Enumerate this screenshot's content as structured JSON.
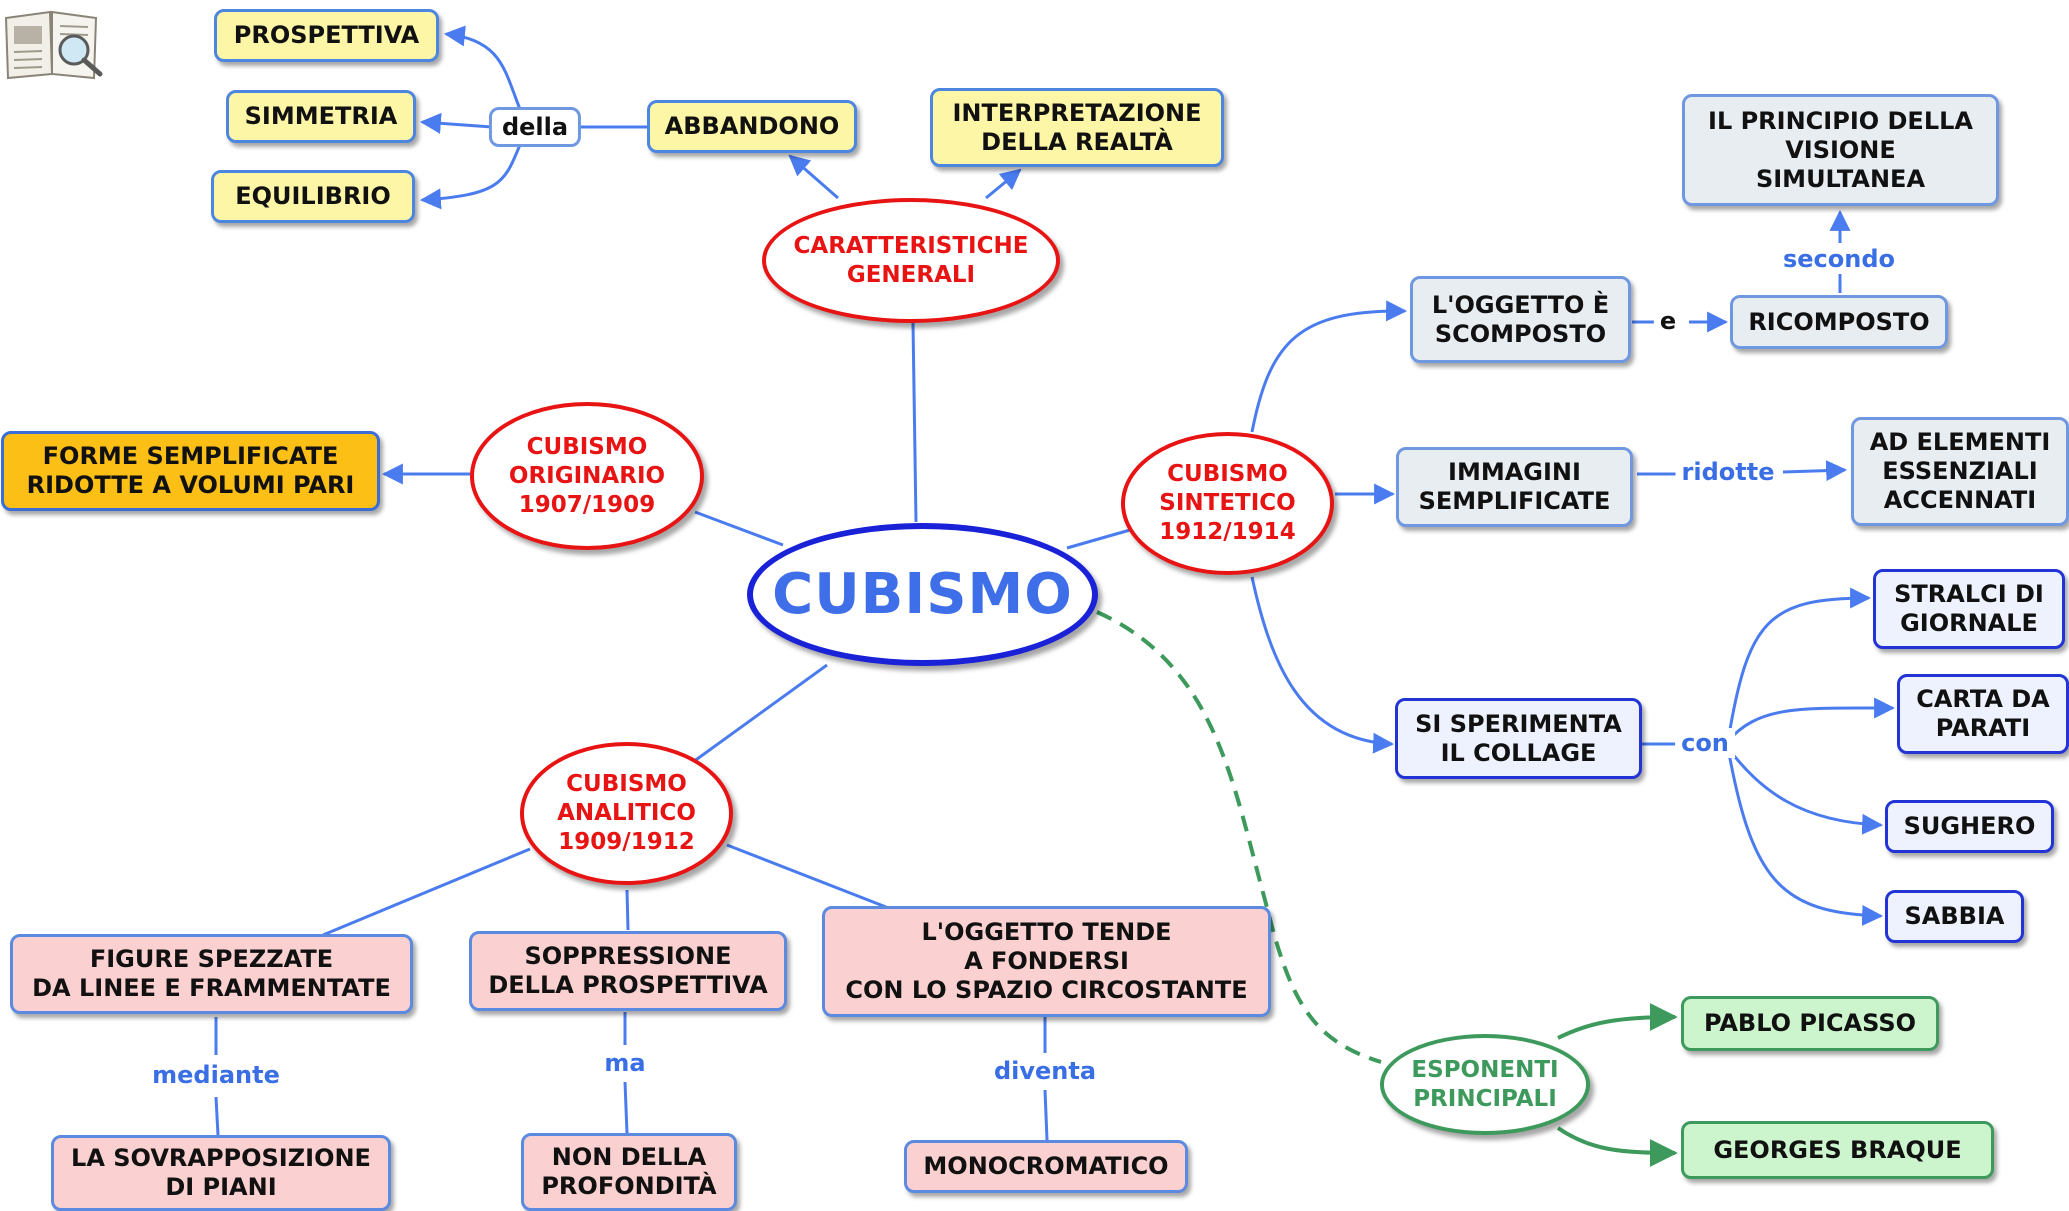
{
  "center": "CUBISMO",
  "generali": {
    "title": "CARATTERISTICHE\nGENERALI",
    "abbandono": "ABBANDONO",
    "della": "della",
    "prospettiva": "PROSPETTIVA",
    "simmetria": "SIMMETRIA",
    "equilibrio": "EQUILIBRIO",
    "interpretazione": "INTERPRETAZIONE\nDELLA REALTÀ"
  },
  "originario": {
    "title": "CUBISMO\nORIGINARIO\n1907/1909",
    "forme": "FORME SEMPLIFICATE\nRIDOTTE A VOLUMI PARI"
  },
  "sintetico": {
    "title": "CUBISMO\nSINTETICO\n1912/1914",
    "oggetto": "L'OGGETTO È\nSCOMPOSTO",
    "e": "e",
    "ricomposto": "RICOMPOSTO",
    "secondo": "secondo",
    "principio": "IL PRINCIPIO DELLA\nVISIONE\nSIMULTANEA",
    "immagini": "IMMAGINI\nSEMPLIFICATE",
    "ridotte": "ridotte",
    "elementi": "AD ELEMENTI\nESSENZIALI\nACCENNATI",
    "collage": "SI SPERIMENTA\nIL COLLAGE",
    "con": "con",
    "materials": [
      "STRALCI DI\nGIORNALE",
      "CARTA DA\nPARATI",
      "SUGHERO",
      "SABBIA"
    ]
  },
  "analitico": {
    "title": "CUBISMO\nANALITICO\n1909/1912",
    "figure": "FIGURE SPEZZATE\nDA LINEE E FRAMMENTATE",
    "mediante": "mediante",
    "sovrapposizione": "LA SOVRAPPOSIZIONE\nDI PIANI",
    "soppressione": "SOPPRESSIONE\nDELLA PROSPETTIVA",
    "ma": "ma",
    "profondita": "NON DELLA\nPROFONDITÀ",
    "oggetto": "L'OGGETTO TENDE\nA FONDERSI\nCON LO SPAZIO CIRCOSTANTE",
    "diventa": "diventa",
    "monocromatico": "MONOCROMATICO"
  },
  "esponenti": {
    "title": "ESPONENTI\nPRINCIPALI",
    "artists": [
      "PABLO PICASSO",
      "GEORGES  BRAQUE"
    ]
  },
  "icons": {
    "corner": "book-magnifier-icon"
  },
  "colors": {
    "link": "#4a7cf0",
    "red": "#e81414",
    "main": "#1a22d8",
    "green": "#3d9a5c"
  }
}
